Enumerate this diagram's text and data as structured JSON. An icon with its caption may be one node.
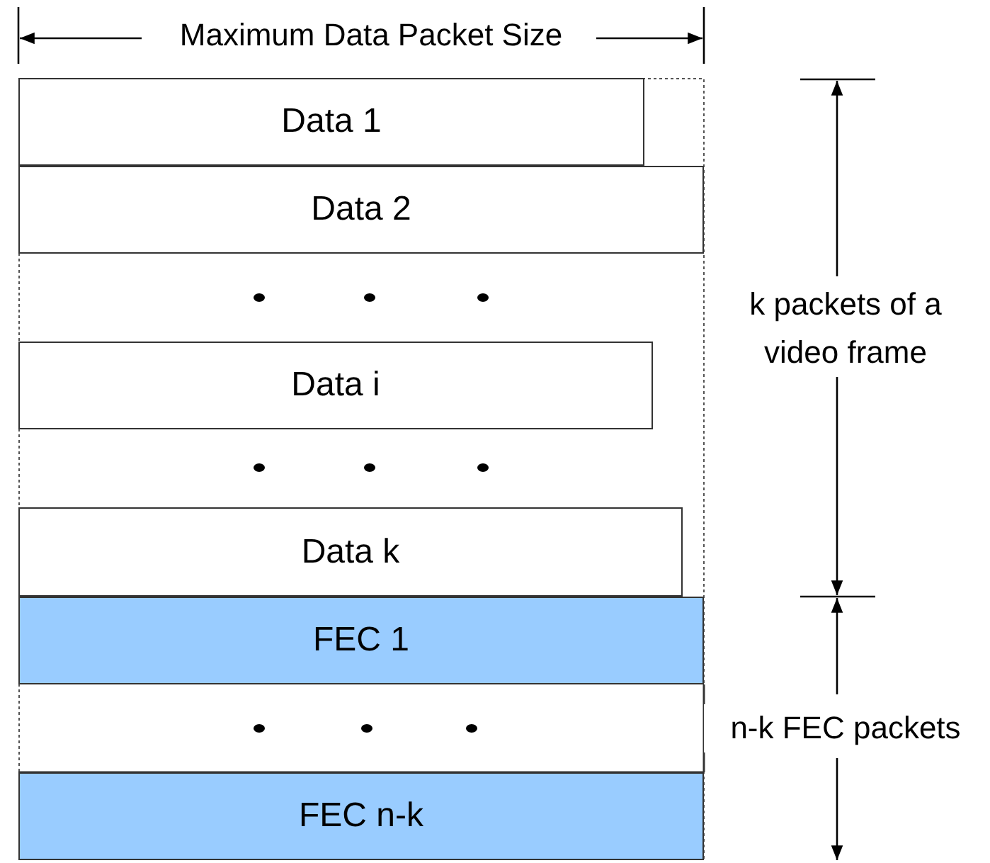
{
  "diagram": {
    "nodes": [
      {
        "text": [
          "Data 1"
        ]
      },
      {
        "text": [
          "Data 2"
        ]
      },
      {
        "text": [
          "Data i"
        ]
      },
      {
        "text": [
          "Data k"
        ]
      },
      {
        "text": [
          "FEC 1"
        ]
      },
      {
        "text": [
          "FEC n-k"
        ]
      }
    ],
    "labels": [
      "Maximum Data Packet Size",
      "k packets of a video frame",
      "n-k FEC packets"
    ]
  }
}
